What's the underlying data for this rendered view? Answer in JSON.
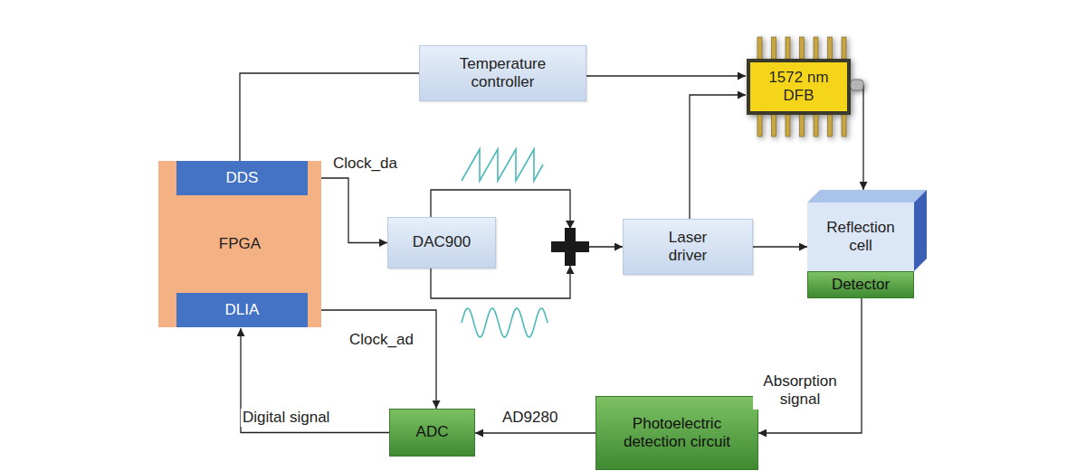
{
  "diagram": {
    "nodes": [
      {
        "text": [
          "FPGA"
        ]
      },
      {
        "text": [
          "DDS"
        ],
        "in": 0
      },
      {
        "text": [
          "DLIA"
        ],
        "in": 0
      },
      {
        "text": [
          "Temperature controller"
        ]
      },
      {
        "text": [
          "1572 nm DFB"
        ]
      },
      {
        "text": [
          "DAC900"
        ]
      },
      {
        "text": [
          "Laser driver"
        ]
      },
      {
        "text": [
          "Reflection cell"
        ]
      },
      {
        "text": [
          "Detector"
        ]
      },
      {
        "text": [
          "Photoelectric detection circuit"
        ]
      },
      {
        "text": [
          "ADC"
        ]
      }
    ],
    "edges": [
      {
        "from": 0,
        "to": 3,
        "arrow": "none"
      },
      {
        "from": 3,
        "to": 4,
        "arrow": "to"
      },
      {
        "from": 1,
        "to": 5,
        "label": "Clock_da",
        "arrow": "to"
      },
      {
        "from": 5,
        "to": 6,
        "arrow": "to"
      },
      {
        "from": 6,
        "to": 4,
        "arrow": "to"
      },
      {
        "from": 6,
        "to": 7,
        "arrow": "to"
      },
      {
        "from": 4,
        "to": 7,
        "arrow": "to"
      },
      {
        "from": 8,
        "to": 9,
        "label": "Absorption signal",
        "arrow": "to"
      },
      {
        "from": 9,
        "to": 10,
        "label": "AD9280",
        "arrow": "to"
      },
      {
        "from": 2,
        "to": 10,
        "label": "Clock_ad",
        "arrow": "to"
      },
      {
        "from": 10,
        "to": 2,
        "label": "Digital signal",
        "arrow": "to"
      }
    ]
  }
}
